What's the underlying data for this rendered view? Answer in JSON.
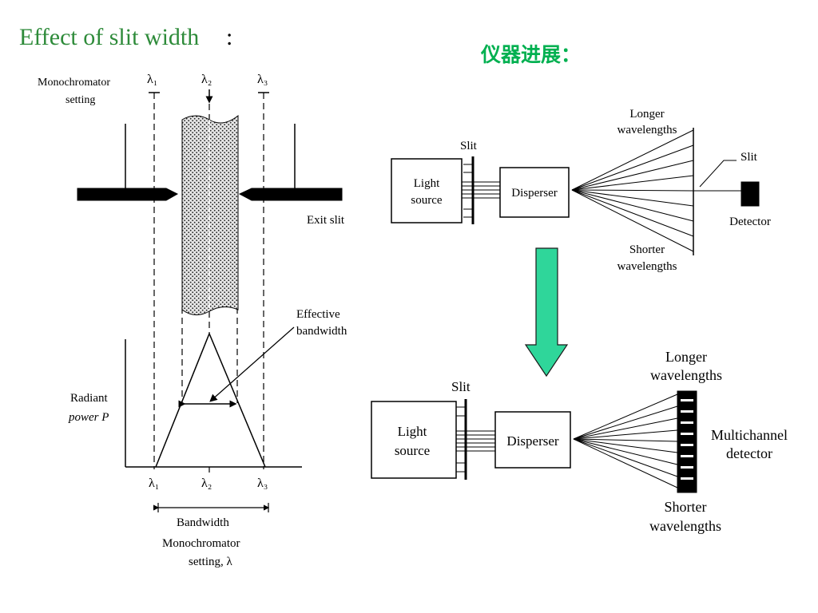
{
  "title": {
    "text": "Effect of slit width",
    "colon": ":",
    "color": "#2e8b3a"
  },
  "subtitle": {
    "text": "仪器进展：",
    "color": "#00b050"
  },
  "slit_diagram": {
    "monochromator_setting_line1": "Monochromator",
    "monochromator_setting_line2": "setting",
    "lambda1_top": "λ₁",
    "lambda2_top": "λ₂",
    "lambda3_top": "λ₃",
    "exit_slit_label": "Exit slit",
    "effective_bandwidth_line1": "Effective",
    "effective_bandwidth_line2": "bandwidth",
    "radiant_power_line1": "Radiant",
    "radiant_power_line2": "power P",
    "lambda1_bottom": "λ₁",
    "lambda2_bottom": "λ₂",
    "lambda3_bottom": "λ₃",
    "bandwidth_label": "Bandwidth",
    "x_axis_line1": "Monochromator",
    "x_axis_line2": "setting, λ"
  },
  "scanning_diagram": {
    "slit_entry_label": "Slit",
    "light_source_line1": "Light",
    "light_source_line2": "source",
    "disperser_label": "Disperser",
    "longer_line1": "Longer",
    "longer_line2": "wavelengths",
    "shorter_line1": "Shorter",
    "shorter_line2": "wavelengths",
    "slit_exit_label": "Slit",
    "detector_label": "Detector"
  },
  "arrow": {
    "color": "#2fd69a",
    "icon": "down-arrow-icon"
  },
  "multichannel_diagram": {
    "slit_label": "Slit",
    "light_source_line1": "Light",
    "light_source_line2": "source",
    "disperser_label": "Disperser",
    "longer_line1": "Longer",
    "longer_line2": "wavelengths",
    "shorter_line1": "Shorter",
    "shorter_line2": "wavelengths",
    "detector_line1": "Multichannel",
    "detector_line2": "detector"
  }
}
